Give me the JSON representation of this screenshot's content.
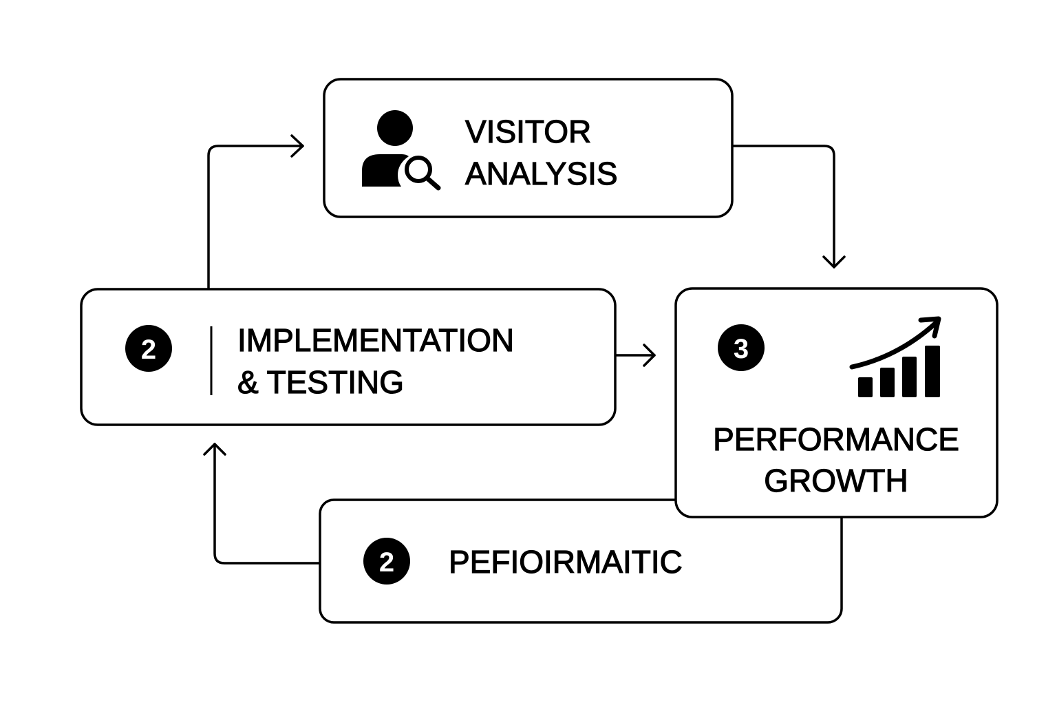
{
  "colors": {
    "stroke": "#000000",
    "background": "#ffffff",
    "badge_fill": "#000000",
    "badge_text": "#ffffff"
  },
  "nodes": {
    "visitor_analysis": {
      "icon": "user-search-icon",
      "line1": "VISITOR",
      "line2": "ANALYSIS"
    },
    "implementation_testing": {
      "badge": "2",
      "line1": "IMPLEMENTATION",
      "line2": "& TESTING"
    },
    "performance_growth": {
      "badge": "3",
      "icon": "growth-chart-icon",
      "line1": "PERFORMANCE",
      "line2": "GROWTH"
    },
    "performatic": {
      "badge": "2",
      "line1": "PEFIOIRMAITIC"
    }
  }
}
